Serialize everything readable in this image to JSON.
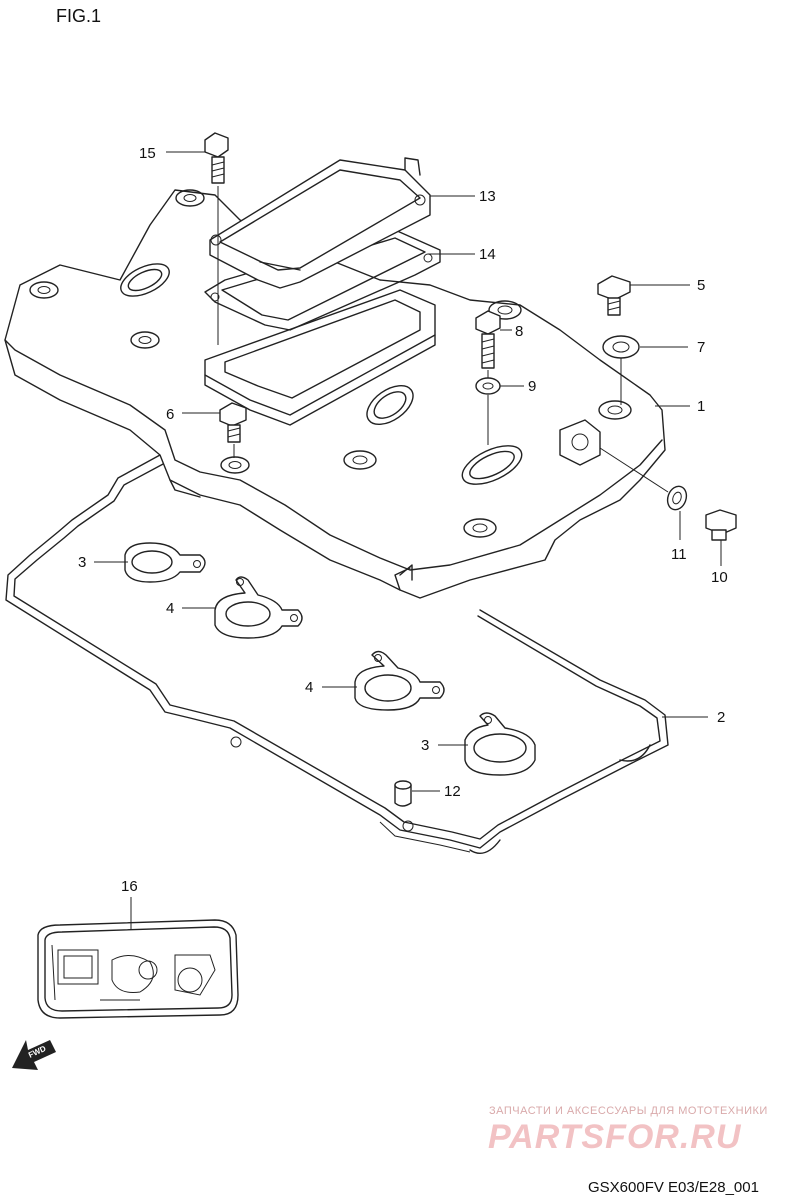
{
  "figure_title": "FIG.1",
  "footer_code": "GSX600FV E03/E28_001",
  "watermark": {
    "tagline": "ЗАПЧАСТИ И АКСЕССУАРЫ ДЛЯ МОТОТЕХНИКИ",
    "brand": "PARTSFOR.RU"
  },
  "fwd_arrow": {
    "label": "FWD",
    "icon": "fwd-arrow-icon"
  },
  "callouts": [
    {
      "id": "15",
      "text": "15"
    },
    {
      "id": "13",
      "text": "13"
    },
    {
      "id": "14",
      "text": "14"
    },
    {
      "id": "5",
      "text": "5"
    },
    {
      "id": "8",
      "text": "8"
    },
    {
      "id": "7",
      "text": "7"
    },
    {
      "id": "9",
      "text": "9"
    },
    {
      "id": "1",
      "text": "1"
    },
    {
      "id": "6",
      "text": "6"
    },
    {
      "id": "11",
      "text": "11"
    },
    {
      "id": "10",
      "text": "10"
    },
    {
      "id": "3a",
      "text": "3"
    },
    {
      "id": "4a",
      "text": "4"
    },
    {
      "id": "4b",
      "text": "4"
    },
    {
      "id": "2",
      "text": "2"
    },
    {
      "id": "3b",
      "text": "3"
    },
    {
      "id": "12",
      "text": "12"
    },
    {
      "id": "16",
      "text": "16"
    }
  ]
}
